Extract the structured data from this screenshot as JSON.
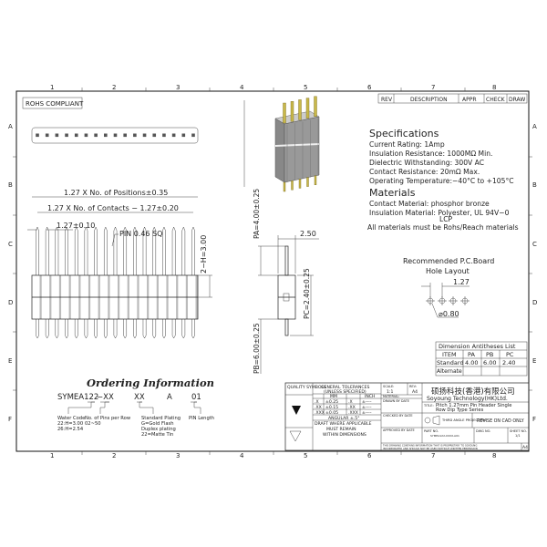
{
  "frame": {
    "columns": [
      "1",
      "2",
      "3",
      "4",
      "5",
      "6",
      "7",
      "8"
    ],
    "rows": [
      "A",
      "B",
      "C",
      "D",
      "E",
      "F"
    ]
  },
  "rohs_label": "ROHS COMPLIANT",
  "revision_table": {
    "headers": [
      "REV",
      "DESCRIPTION",
      "APPR",
      "CHECK",
      "DRAW"
    ]
  },
  "specifications": {
    "title": "Specifications",
    "lines": [
      "Current Rating:   1Amp",
      "Insulation Resistance:   1000MΩ  Min.",
      "Dielectric Withstanding:   300V AC",
      "Contact Resistance:   20mΩ  Max.",
      "Operating Temperature:−40°C  to  +105°C"
    ]
  },
  "materials": {
    "title": "Materials",
    "lines": [
      "Contact Material: phosphor bronze",
      "Insulation Material: Polyester, UL 94V−0",
      "LCP",
      "All materials must be Rohs/Reach materials"
    ]
  },
  "front_view": {
    "dim_positions": "1.27 X No. of Positions±0.35",
    "dim_contacts": "1.27 X No. of Contacts − 1.27±0.20",
    "dim_pitch": "1.27±0.10",
    "pin_note": "PIN 0.46 SQ",
    "dim_height": "2−H=3.00"
  },
  "side_view": {
    "pa": "PA=4.00±0.25",
    "pb": "PB=6.00±0.25",
    "pc": "PC=2.40±0.25",
    "width": "2.50"
  },
  "pcb_layout": {
    "title_line1": "Recommended P.C.Board",
    "title_line2": "Hole Layout",
    "pitch": "1.27",
    "hole": "⌀0.80"
  },
  "dimension_table": {
    "title": "Dimension Antitheses List",
    "headers": [
      "ITEM",
      "PA",
      "PB",
      "PC"
    ],
    "rows": [
      [
        "Standard",
        "4.00",
        "6.00",
        "2.40"
      ],
      [
        "Alternate",
        "",
        "",
        ""
      ]
    ]
  },
  "ordering": {
    "title": "Ordering Information",
    "code": [
      "SYMEA122",
      "−XX",
      "XX",
      "A",
      "01"
    ],
    "notes": {
      "water_code": [
        "Water Code",
        "22:H=3.00",
        "26:H=2.54"
      ],
      "pins": [
        "No. of Pins per Row",
        "02~50"
      ],
      "plating": [
        "Standard Plating",
        "G=Gold Flash",
        "Duplex plating",
        "22=Matte Tin"
      ],
      "pin_length": [
        "PIN Length"
      ]
    }
  },
  "title_block": {
    "quality_symbols": "QUALITY SYMBOLS",
    "tolerances_title": "GENERAL TOLERANCES",
    "tolerances_sub": "(UNLESS SPECIFIED)",
    "mm": "MM",
    "inch": "INCH",
    "tol_rows": [
      [
        ".X",
        "±0.25",
        ".X",
        "±----"
      ],
      [
        ".XX",
        "±0.15",
        ".XX",
        "±----"
      ],
      [
        ".XXX",
        "±0.05",
        ".XXX",
        "±----"
      ]
    ],
    "angular": "ANGULAR ±.5°",
    "draft_note": [
      "DRAFT WHERE APPLICABLE",
      "MUST REMAIN",
      "WITHIN DIMENSIONS"
    ],
    "scale_label": "SCALE:",
    "scale_value": "1:1",
    "rev_label": "REV:",
    "rev_value": "A4",
    "material_label": "MATERIAL:",
    "drawn_by": "DRAWN BY   DATE",
    "checked_by": "CHECKED BY   DATE",
    "approved_by": "APPROVED BY   DATE",
    "company_cn": "硕扬科技(香港)有限公司",
    "company_en": "Soyoung Technology(HK)Ltd.",
    "title_label": "TITLE:",
    "title_line1": "Pitch 1.27mm Pin Header Single",
    "title_line2": "Row Dip Type Series",
    "projection": "THIRD ANGLE PROJECTION",
    "revise_note": "REVISE ON CAD ONLY",
    "part_no_label": "PART NO.",
    "part_no": "SYMEA122-XXXX-A01",
    "dwg_no_label": "DWG NO.",
    "sheet_label": "SHEET NO.",
    "sheet_value": "1/1",
    "proprietary": [
      "THIS DRAWING CONTAINS INFORMATION THAT IS PROPRIETARY TO SOYOUNG",
      "INCORPORATED AND SHOULD NOT BE USED WITHOUT WRITTEN PERMISSION"
    ],
    "size": "A4"
  }
}
